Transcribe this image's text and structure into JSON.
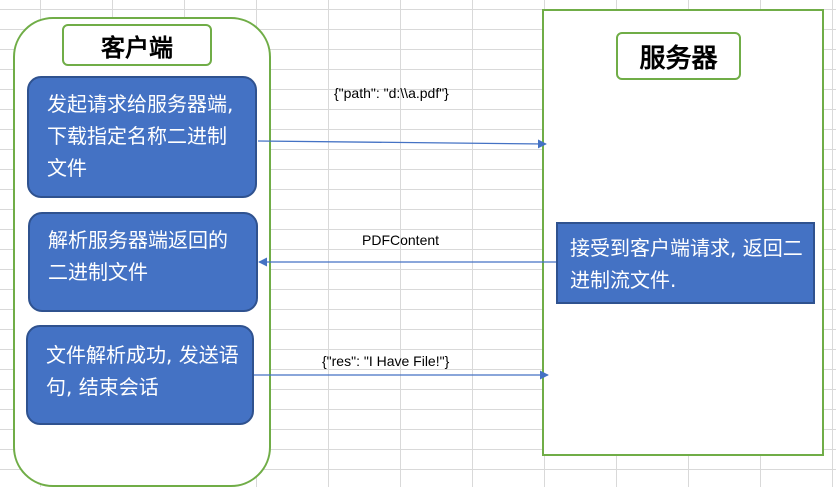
{
  "client": {
    "title": "客户端",
    "steps": [
      {
        "text": "发起请求给服务器端, 下载指定名称二进制文件"
      },
      {
        "text": "解析服务器端返回的二进制文件"
      },
      {
        "text": "文件解析成功, 发送语句, 结束会话"
      }
    ]
  },
  "server": {
    "title": "服务器",
    "step": "接受到客户端请求, 返回二进制流文件."
  },
  "messages": {
    "request": "{\"path\": \"d:\\\\a.pdf\"}",
    "response": "PDFContent",
    "result": "{\"res\": \"I Have File!\"}"
  },
  "colors": {
    "pane_border": "#70ad47",
    "step_fill": "#4472c4",
    "step_border": "#2f528f",
    "arrow": "#4472c4"
  }
}
